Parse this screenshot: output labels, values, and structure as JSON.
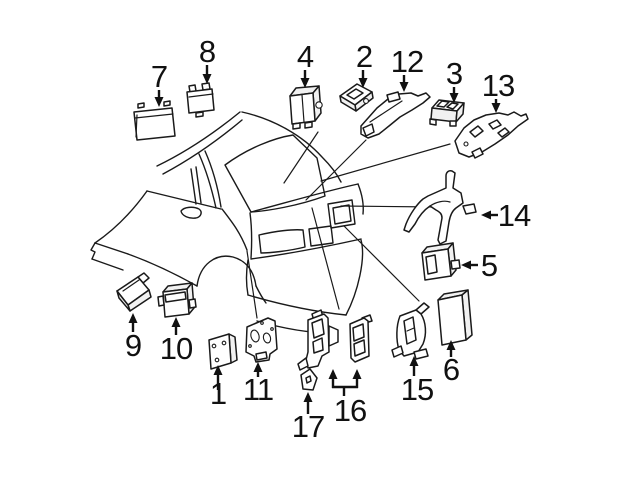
{
  "diagram": {
    "kind": "vehicle-parts-diagram",
    "background_color": "#ffffff",
    "line_color": "#1a1a1a",
    "vehicle_view": "rear three-quarter sedan line drawing",
    "callout_count": 17
  },
  "callouts": [
    {
      "label": "1",
      "arrow_dir": "up"
    },
    {
      "label": "2",
      "arrow_dir": "down"
    },
    {
      "label": "3",
      "arrow_dir": "down"
    },
    {
      "label": "4",
      "arrow_dir": "down"
    },
    {
      "label": "5",
      "arrow_dir": "left"
    },
    {
      "label": "6",
      "arrow_dir": "up"
    },
    {
      "label": "7",
      "arrow_dir": "down"
    },
    {
      "label": "8",
      "arrow_dir": "down"
    },
    {
      "label": "9",
      "arrow_dir": "up"
    },
    {
      "label": "10",
      "arrow_dir": "up"
    },
    {
      "label": "11",
      "arrow_dir": "up"
    },
    {
      "label": "12",
      "arrow_dir": "down"
    },
    {
      "label": "13",
      "arrow_dir": "down"
    },
    {
      "label": "14",
      "arrow_dir": "left"
    },
    {
      "label": "15",
      "arrow_dir": "up"
    },
    {
      "label": "16",
      "arrow_dir": "up-forked"
    },
    {
      "label": "17",
      "arrow_dir": "up"
    }
  ]
}
